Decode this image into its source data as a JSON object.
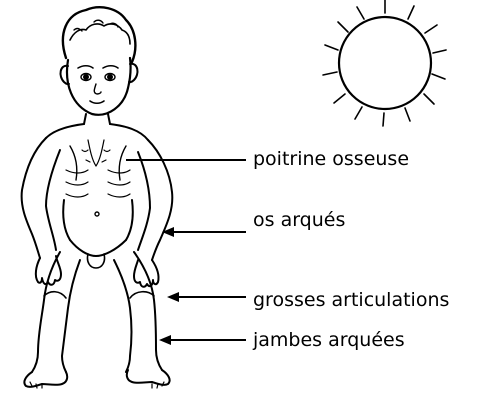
{
  "diagram": {
    "labels": {
      "chest": "poitrine osseuse",
      "bones": "os arqués",
      "joints": "grosses articulations",
      "legs": "jambes arquées"
    }
  },
  "colors": {
    "ink": "#000000",
    "background": "#ffffff"
  },
  "icons": {
    "sun": "sun-icon",
    "child": "child-figure"
  }
}
